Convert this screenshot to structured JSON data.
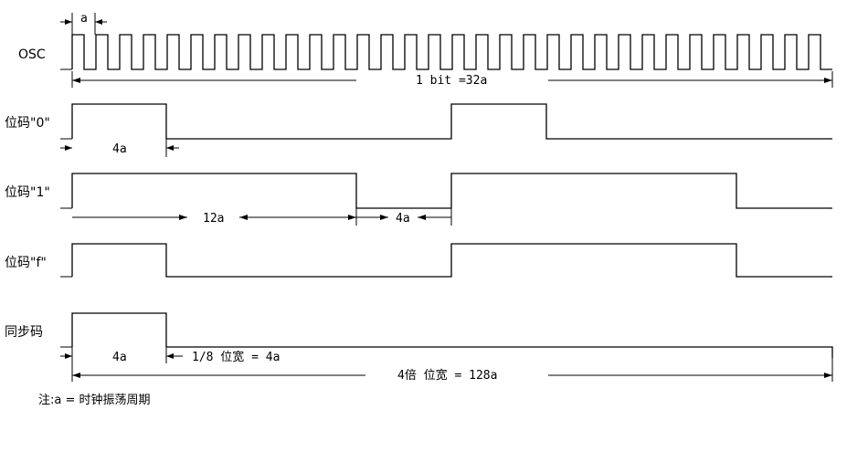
{
  "labels": {
    "osc": "OSC",
    "bit0": "位码\"0\"",
    "bit1": "位码\"1\"",
    "bitf": "位码\"f\"",
    "sync": "同步码"
  },
  "annotations": {
    "a": "a",
    "one_bit": "1 bit =32a",
    "bit0_high": "4a",
    "bit1_high": "12a",
    "bit1_low": "4a",
    "sync_high": "4a",
    "sync_eighth": "1/8 位宽 = 4a",
    "sync_total": "4倍 位宽 = 128a"
  },
  "note": "注:a = 时钟振荡周期",
  "osc": {
    "cycles": 32
  }
}
